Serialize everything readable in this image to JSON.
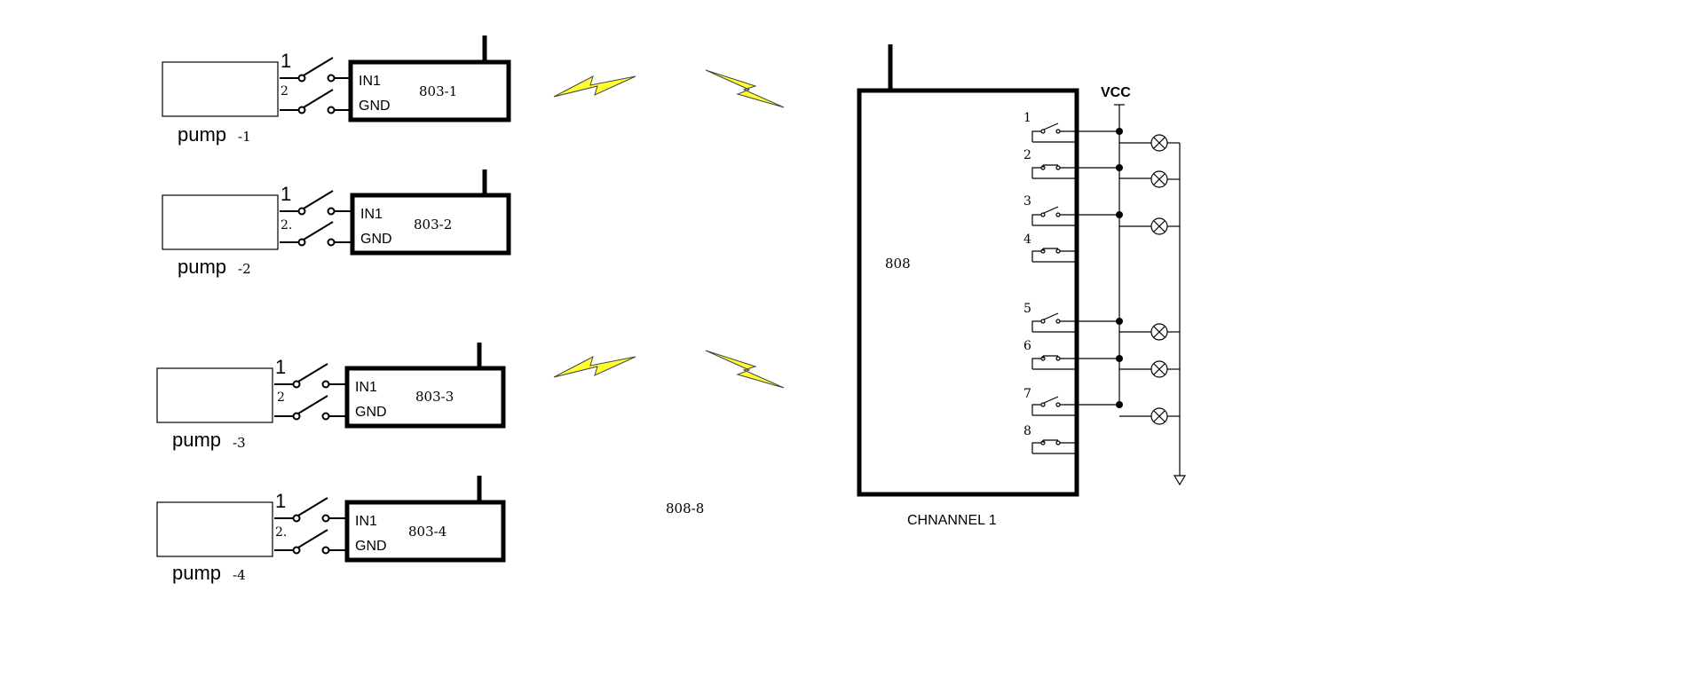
{
  "pumps": [
    {
      "label": "pump",
      "suffix": "-1",
      "module": "803-1",
      "in_label": "IN1",
      "gnd_label": "GND",
      "pin1": "1",
      "pin2": "2"
    },
    {
      "label": "pump",
      "suffix": "-2",
      "module": "803-2",
      "in_label": "IN1",
      "gnd_label": "GND",
      "pin1": "1",
      "pin2": "2."
    },
    {
      "label": "pump",
      "suffix": "-3",
      "module": "803-3",
      "in_label": "IN1",
      "gnd_label": "GND",
      "pin1": "1",
      "pin2": "2"
    },
    {
      "label": "pump",
      "suffix": "-4",
      "module": "803-4",
      "in_label": "IN1",
      "gnd_label": "GND",
      "pin1": "1",
      "pin2": "2."
    }
  ],
  "receiver": {
    "label": "808",
    "caption": "CHNANNEL 1",
    "vcc_label": "VCC",
    "channels": [
      {
        "num": "1",
        "contact": "no",
        "lamp": true
      },
      {
        "num": "2",
        "contact": "nc",
        "lamp": true
      },
      {
        "num": "3",
        "contact": "no",
        "lamp": true
      },
      {
        "num": "4",
        "contact": "nc",
        "lamp": false
      },
      {
        "num": "5",
        "contact": "no",
        "lamp": true
      },
      {
        "num": "6",
        "contact": "nc",
        "lamp": true
      },
      {
        "num": "7",
        "contact": "no",
        "lamp": true
      },
      {
        "num": "8",
        "contact": "nc",
        "lamp": false
      }
    ]
  },
  "system_label": "808-8",
  "colors": {
    "bolt": "#ffff33",
    "line": "#000000",
    "background": "#ffffff"
  },
  "icons": [
    "lightning-bolt-icon",
    "antenna-icon",
    "lamp-icon",
    "ground-icon",
    "switch-icon"
  ]
}
